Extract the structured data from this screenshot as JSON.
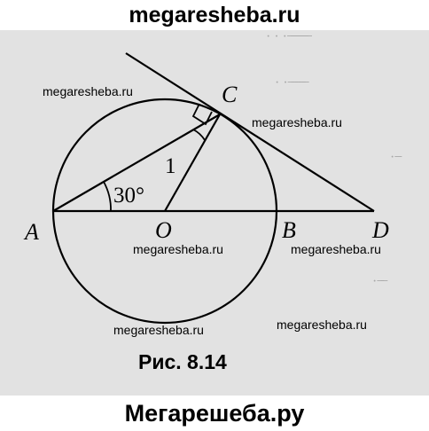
{
  "header": {
    "site": "megaresheba.ru"
  },
  "footer": {
    "site": "Мегарешеба.ру"
  },
  "figure": {
    "caption": "Рис. 8.14",
    "points": {
      "A": "A",
      "O": "O",
      "B": "B",
      "C": "C",
      "D": "D"
    },
    "angle_label": "30°",
    "angle_mark": "1"
  },
  "watermarks": [
    "megaresheba.ru",
    "megaresheba.ru",
    "megaresheba.ru",
    "megaresheba.ru",
    "megaresheba.ru",
    "megaresheba.ru"
  ]
}
